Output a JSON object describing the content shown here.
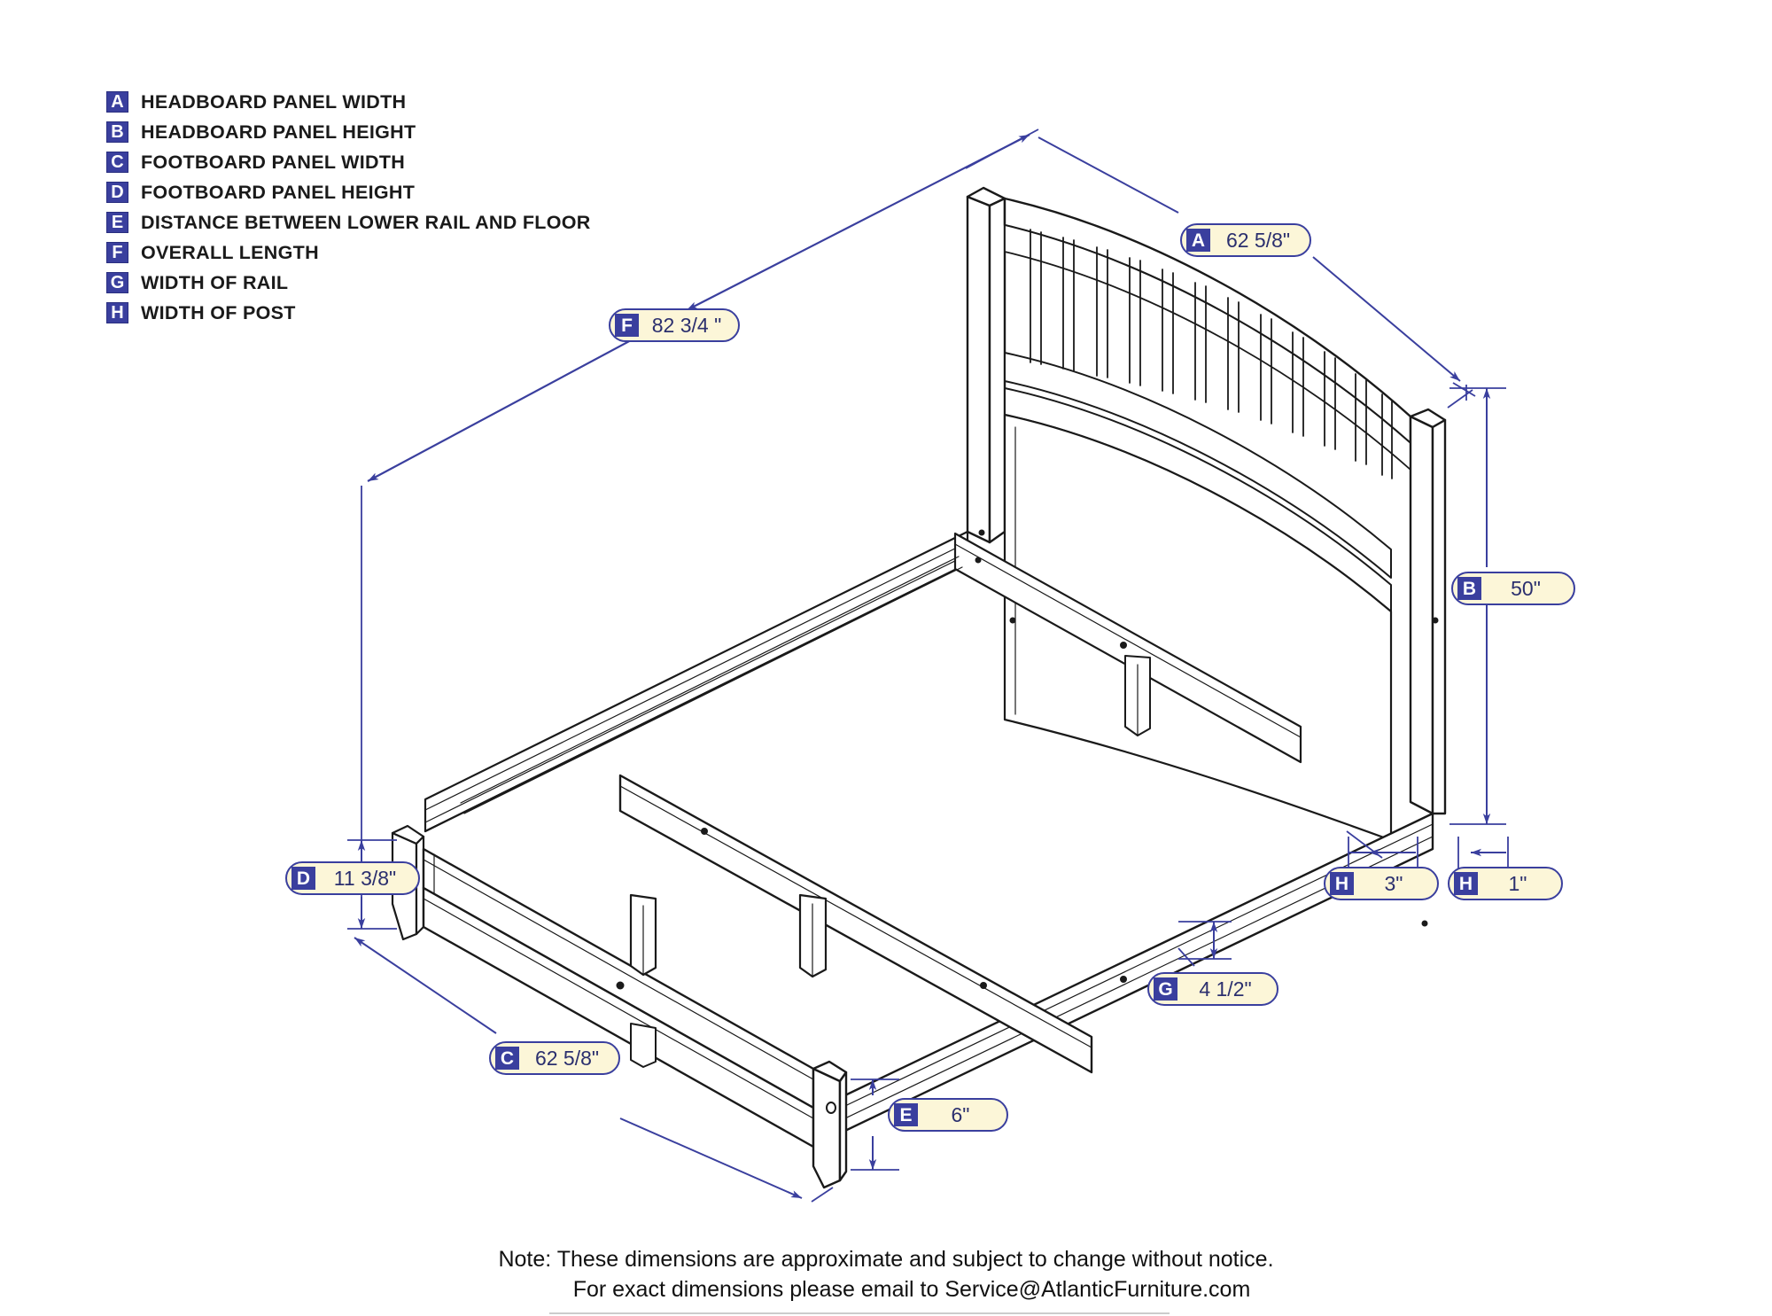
{
  "legend": {
    "items": [
      {
        "key": "A",
        "label": "HEADBOARD PANEL WIDTH"
      },
      {
        "key": "B",
        "label": "HEADBOARD PANEL HEIGHT"
      },
      {
        "key": "C",
        "label": "FOOTBOARD PANEL WIDTH"
      },
      {
        "key": "D",
        "label": "FOOTBOARD PANEL HEIGHT"
      },
      {
        "key": "E",
        "label": "DISTANCE BETWEEN LOWER RAIL AND FLOOR"
      },
      {
        "key": "F",
        "label": "OVERALL LENGTH"
      },
      {
        "key": "G",
        "label": "WIDTH OF RAIL"
      },
      {
        "key": "H",
        "label": "WIDTH OF POST"
      }
    ]
  },
  "callouts": {
    "A": {
      "key": "A",
      "value": "62 5/8\""
    },
    "B": {
      "key": "B",
      "value": "50\""
    },
    "C": {
      "key": "C",
      "value": "62 5/8\""
    },
    "D": {
      "key": "D",
      "value": "11 3/8\""
    },
    "E": {
      "key": "E",
      "value": "6\""
    },
    "F": {
      "key": "F",
      "value": "82 3/4 \""
    },
    "G": {
      "key": "G",
      "value": "4 1/2\""
    },
    "H1": {
      "key": "H",
      "value": "3\""
    },
    "H2": {
      "key": "H",
      "value": "1\""
    }
  },
  "note": {
    "line1": "Note:  These dimensions are approximate and subject to change without notice.",
    "line2": "For exact dimensions please email to Service@AtlanticFurniture.com"
  },
  "colors": {
    "dimension_blue": "#3a3f9e",
    "callout_fill": "#fcf6d8",
    "line_black": "#1a1a1a",
    "badge_text": "#ffffff"
  }
}
